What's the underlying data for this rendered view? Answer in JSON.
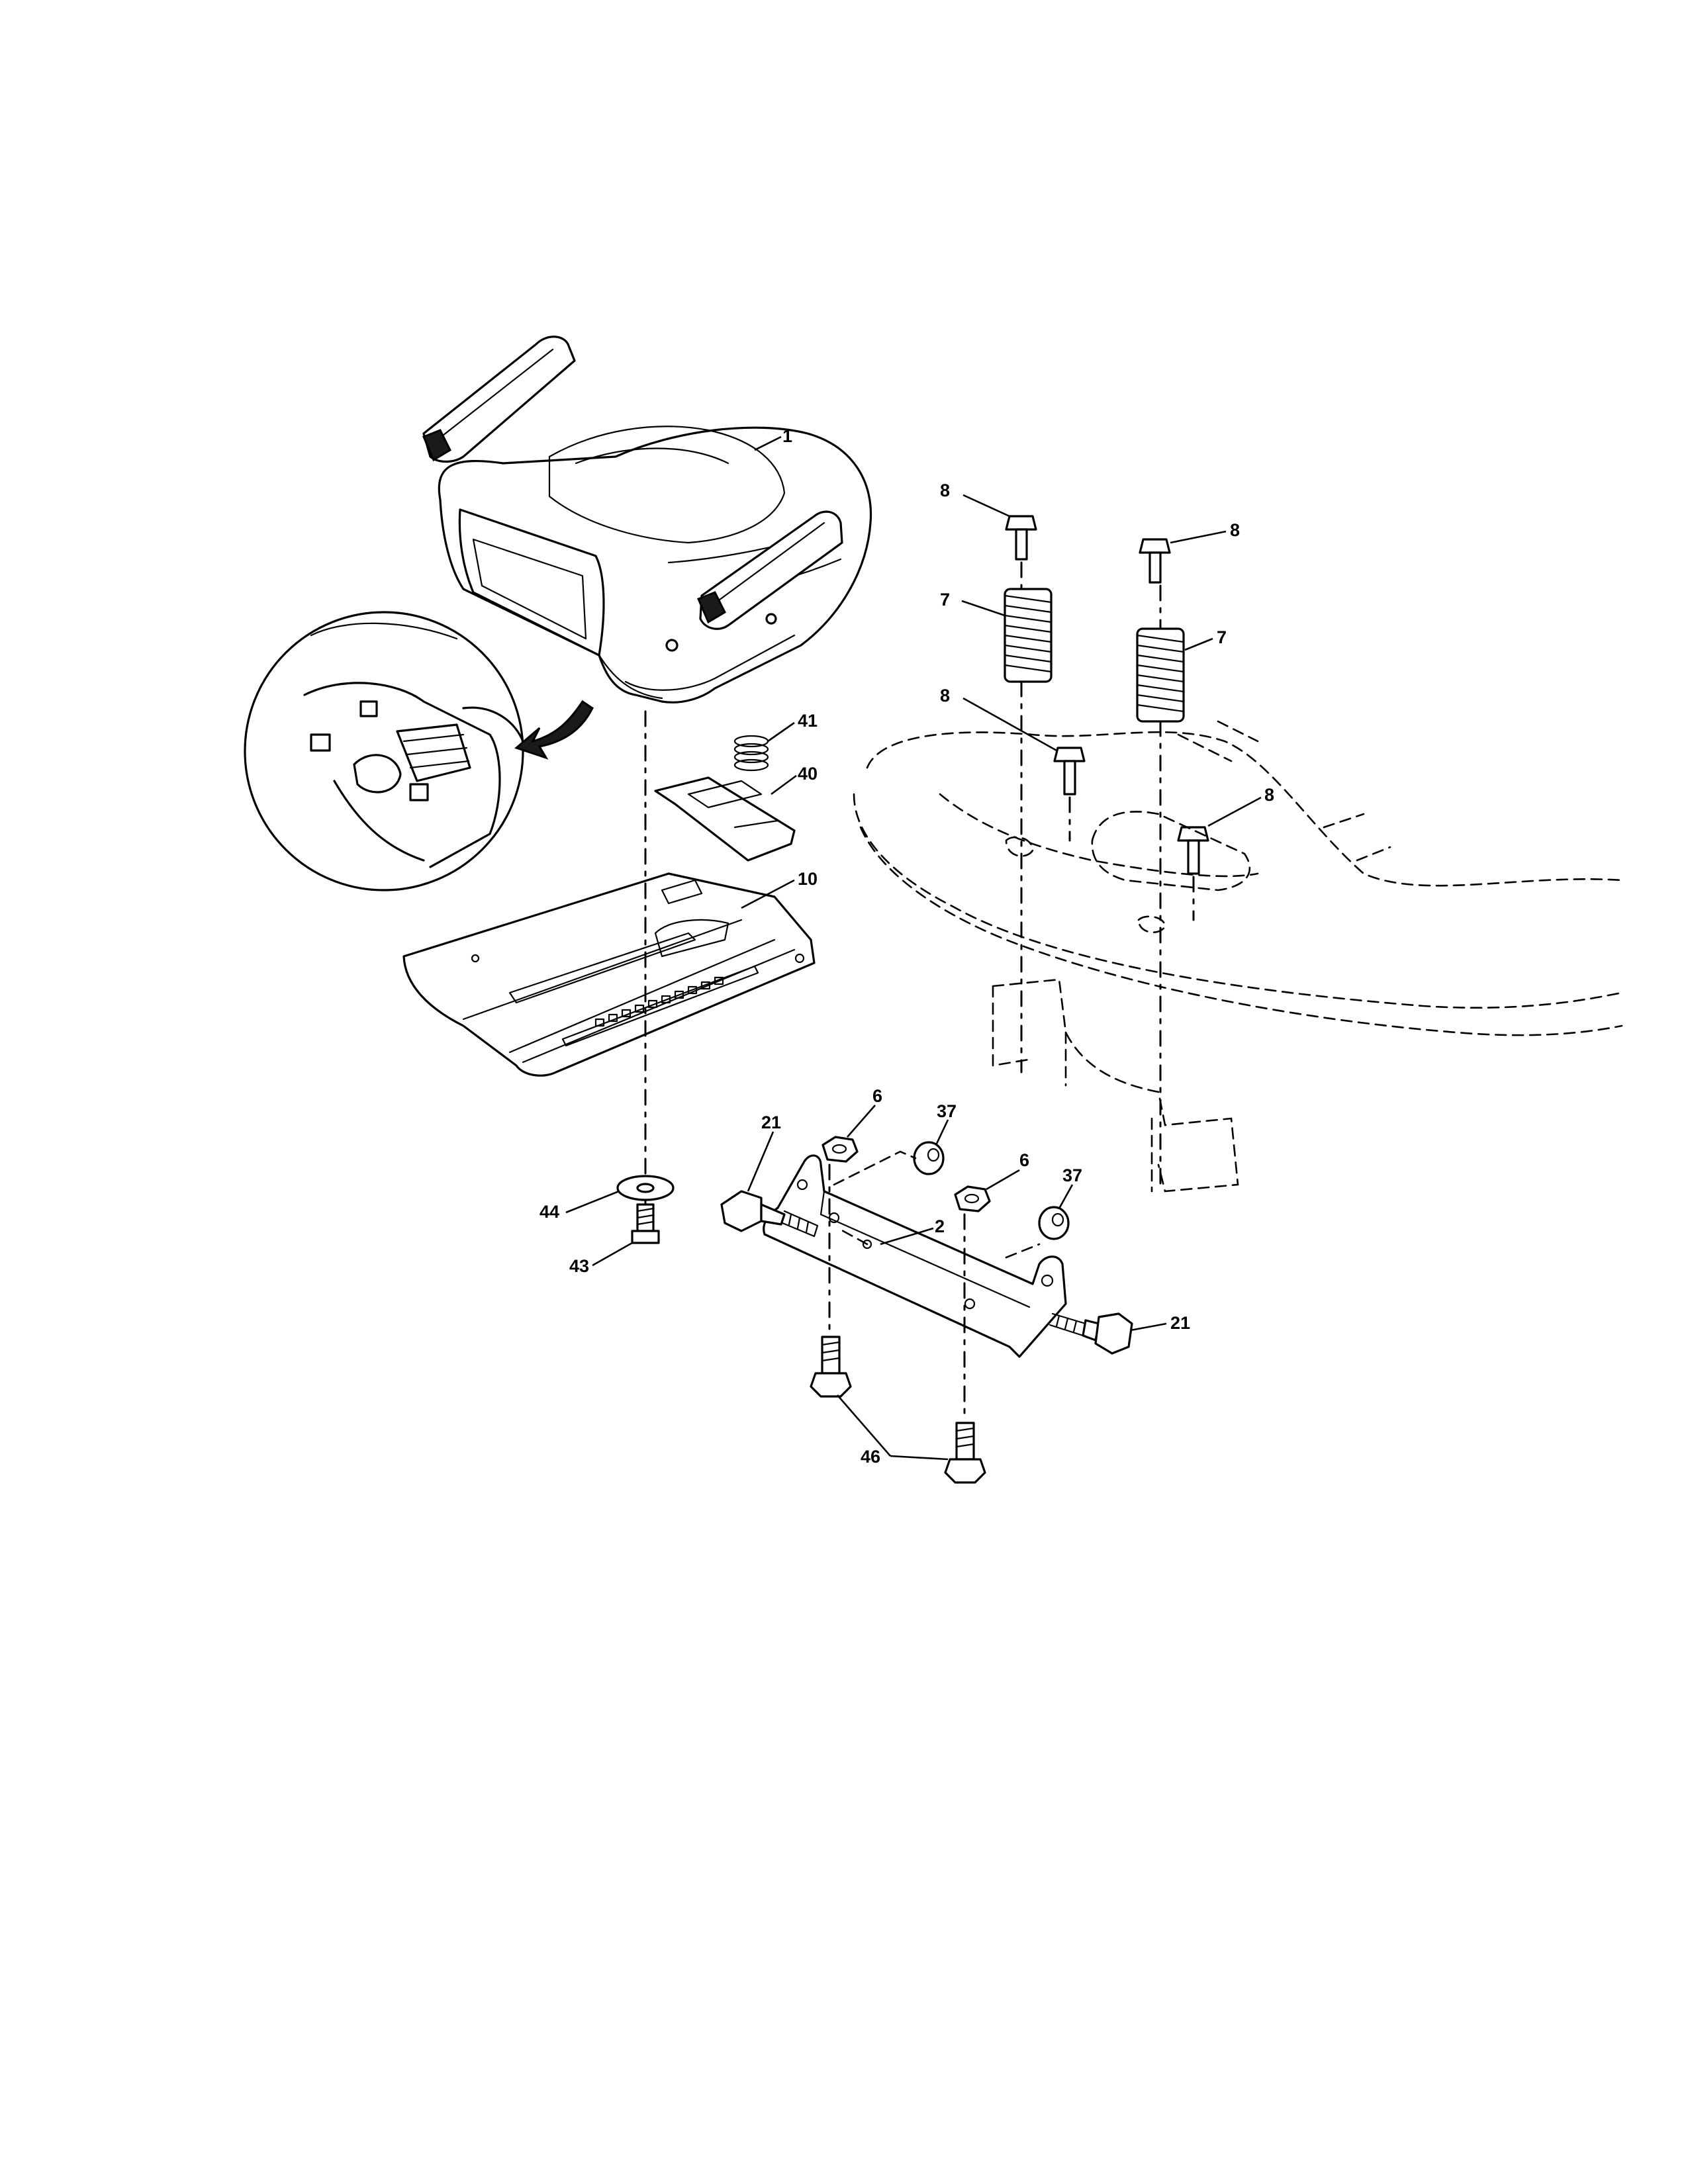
{
  "callouts": {
    "seat": "1",
    "bracket": "2",
    "nut_a": "6",
    "nut_b": "6",
    "spring_left": "7",
    "spring_right": "7",
    "bolt_top_left": "8",
    "bolt_top_right": "8",
    "bolt_lower_left": "8",
    "bolt_lower_right": "8",
    "seat_pan": "10",
    "bolt_21_left": "21",
    "bolt_21_right": "21",
    "spacer_a": "37",
    "spacer_b": "37",
    "switch_plate": "40",
    "small_spring": "41",
    "screw_43": "43",
    "washer_44": "44",
    "bolt_46": "46"
  }
}
